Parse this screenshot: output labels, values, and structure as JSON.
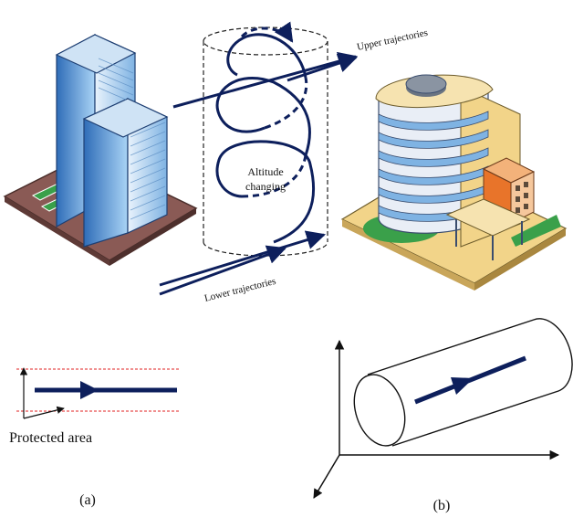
{
  "top": {
    "upper_label": "Upper trajectories",
    "lower_label": "Lower trajectories",
    "center_label_line1": "Altitude",
    "center_label_line2": "changing"
  },
  "panel_a": {
    "protected_label": "Protected area",
    "caption": "(a)"
  },
  "panel_b": {
    "caption": "(b)"
  },
  "colors": {
    "trajectory": "#0d1f5c",
    "protected_border": "#e02020",
    "building_glass": "#6ea8dc",
    "building_facade": "#f0f3f8",
    "ground_pad": "#8a5a55",
    "grass": "#3aa04a",
    "roof_yellow": "#f2d489",
    "annex_orange": "#e8742a"
  },
  "icons": [
    "skyscraper-icon",
    "office-building-icon"
  ]
}
